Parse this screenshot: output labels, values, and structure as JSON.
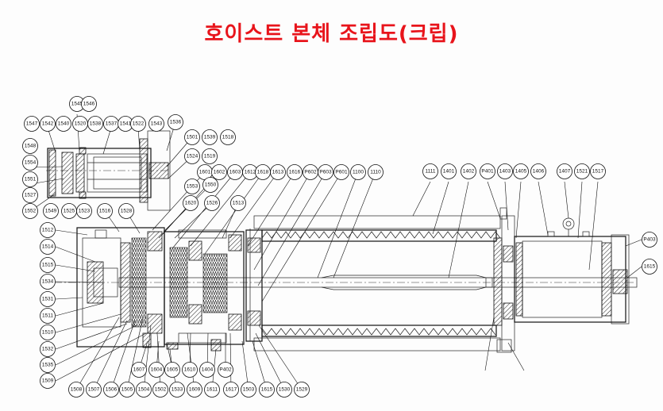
{
  "title": "호이스트 본체 조립도(크립)",
  "part_labels": [
    "1545",
    "1546",
    "1547",
    "1542",
    "1540",
    "1520",
    "1538",
    "1537",
    "1541",
    "1522",
    "1543",
    "1536",
    "1548",
    "1501",
    "1539",
    "1518",
    "1554",
    "1524",
    "1519",
    "1551",
    "1601",
    "1602",
    "1603",
    "1612",
    "1618",
    "1613",
    "1616",
    "P602",
    "P603",
    "P601",
    "1100",
    "1110",
    "1111",
    "1401",
    "1402",
    "P401",
    "1403",
    "1405",
    "1406",
    "1407",
    "1521",
    "1517",
    "1527",
    "1553",
    "1550",
    "1552",
    "1549",
    "1525",
    "1523",
    "1516",
    "1528",
    "1620",
    "1526",
    "1513",
    "1512",
    "1514",
    "1515",
    "1534",
    "1531",
    "1511",
    "1510",
    "1532",
    "1535",
    "1509",
    "1508",
    "1507",
    "1506",
    "1505",
    "1504",
    "1502",
    "1533",
    "1609",
    "1611",
    "1617",
    "1503",
    "1615",
    "1530",
    "1529",
    "1607",
    "1604",
    "1605",
    "1610",
    "1404",
    "P402",
    "P403",
    "1615"
  ]
}
